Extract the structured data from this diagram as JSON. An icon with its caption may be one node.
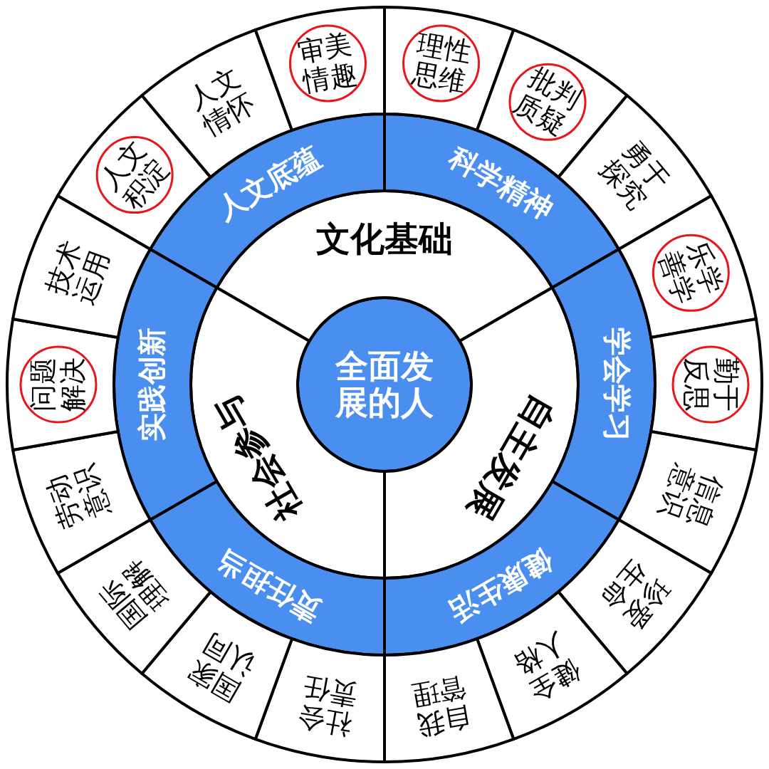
{
  "diagram": {
    "nodes": [
      {
        "text": [
          "全面发展的人"
        ]
      },
      {
        "text": [
          "文化基础"
        ]
      },
      {
        "text": [
          "自主发展"
        ]
      },
      {
        "text": [
          "社会参与"
        ]
      },
      {
        "text": [
          "人文底蕴"
        ]
      },
      {
        "text": [
          "科学精神"
        ]
      },
      {
        "text": [
          "学会学习"
        ]
      },
      {
        "text": [
          "健康生活"
        ]
      },
      {
        "text": [
          "责任担当"
        ]
      },
      {
        "text": [
          "实践创新"
        ]
      },
      {
        "text": [
          "人文积淀"
        ]
      },
      {
        "text": [
          "人文情怀"
        ]
      },
      {
        "text": [
          "审美情趣"
        ]
      },
      {
        "text": [
          "理性思维"
        ]
      },
      {
        "text": [
          "批判质疑"
        ]
      },
      {
        "text": [
          "勇于探究"
        ]
      },
      {
        "text": [
          "乐学善学"
        ]
      },
      {
        "text": [
          "勤于反思"
        ]
      },
      {
        "text": [
          "信息意识"
        ]
      },
      {
        "text": [
          "珍爱生命"
        ]
      },
      {
        "text": [
          "健全人格"
        ]
      },
      {
        "text": [
          "自我管理"
        ]
      },
      {
        "text": [
          "社会责任"
        ]
      },
      {
        "text": [
          "国家认同"
        ]
      },
      {
        "text": [
          "国际理解"
        ]
      },
      {
        "text": [
          "劳动意识"
        ]
      },
      {
        "text": [
          "问题解决"
        ]
      },
      {
        "text": [
          "技术运用"
        ]
      }
    ]
  }
}
